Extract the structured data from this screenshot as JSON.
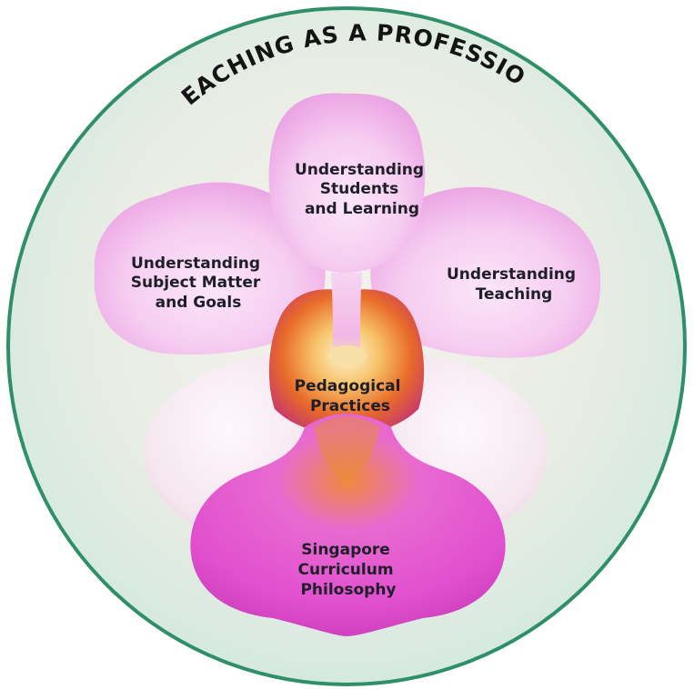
{
  "title": "TEACHING AS A PROFESSION",
  "petals": {
    "top": [
      "Understanding",
      "Students",
      "and Learning"
    ],
    "left": [
      "Understanding",
      "Subject Matter",
      "and Goals"
    ],
    "right": [
      "Understanding",
      "Teaching"
    ],
    "center": [
      "Pedagogical",
      "Practices"
    ],
    "bottom": [
      "Singapore",
      "Curriculum",
      "Philosophy"
    ]
  },
  "colors": {
    "circle_border": "#2f8f68",
    "background_top": "#ecefe6",
    "background_bottom": "#cfe8e0",
    "petal_pink": "#f4c2ee",
    "petal_white": "#f7ecf3",
    "lip_magenta": "#e24fd0",
    "center_orange": "#e8762a"
  }
}
